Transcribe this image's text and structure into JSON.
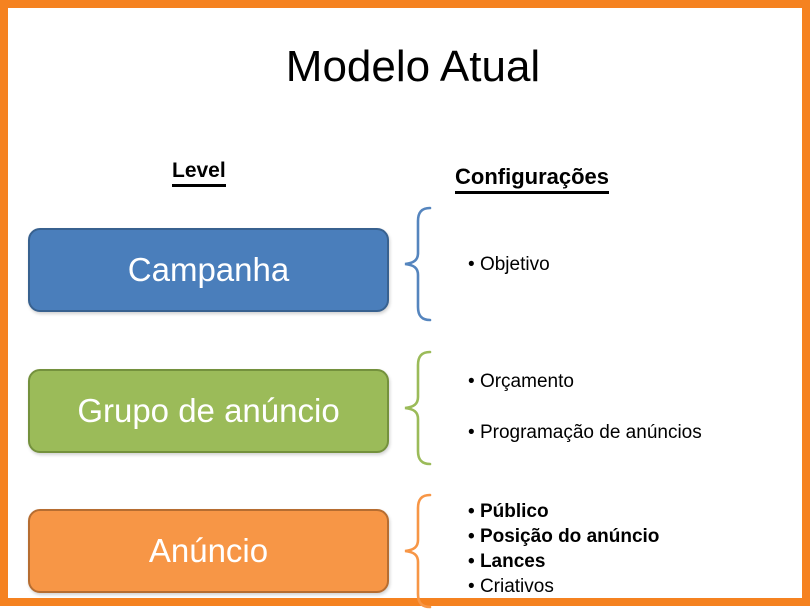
{
  "title": "Modelo Atual",
  "columns": {
    "level": "Level",
    "settings": "Configurações"
  },
  "colors": {
    "frame_border": "#F58220",
    "campaign_fill": "#4A7EBB",
    "campaign_border": "#38618F",
    "adgroup_fill": "#9BBB59",
    "adgroup_border": "#74913D",
    "ad_fill": "#F79646",
    "ad_border": "#B66D31",
    "box_text": "#FFFFFF",
    "body_text": "#000000"
  },
  "rows": [
    {
      "label": "Campanha",
      "settings": [
        {
          "text": "Objetivo"
        }
      ]
    },
    {
      "label": "Grupo de anúncio",
      "settings": [
        {
          "text": "Orçamento"
        },
        {
          "text": "Programação de anúncios"
        }
      ]
    },
    {
      "label": "Anúncio",
      "settings": [
        {
          "text": "Público"
        },
        {
          "text": "Posição do anúncio"
        },
        {
          "text": "Lances"
        },
        {
          "text": "Criativos"
        }
      ]
    }
  ]
}
